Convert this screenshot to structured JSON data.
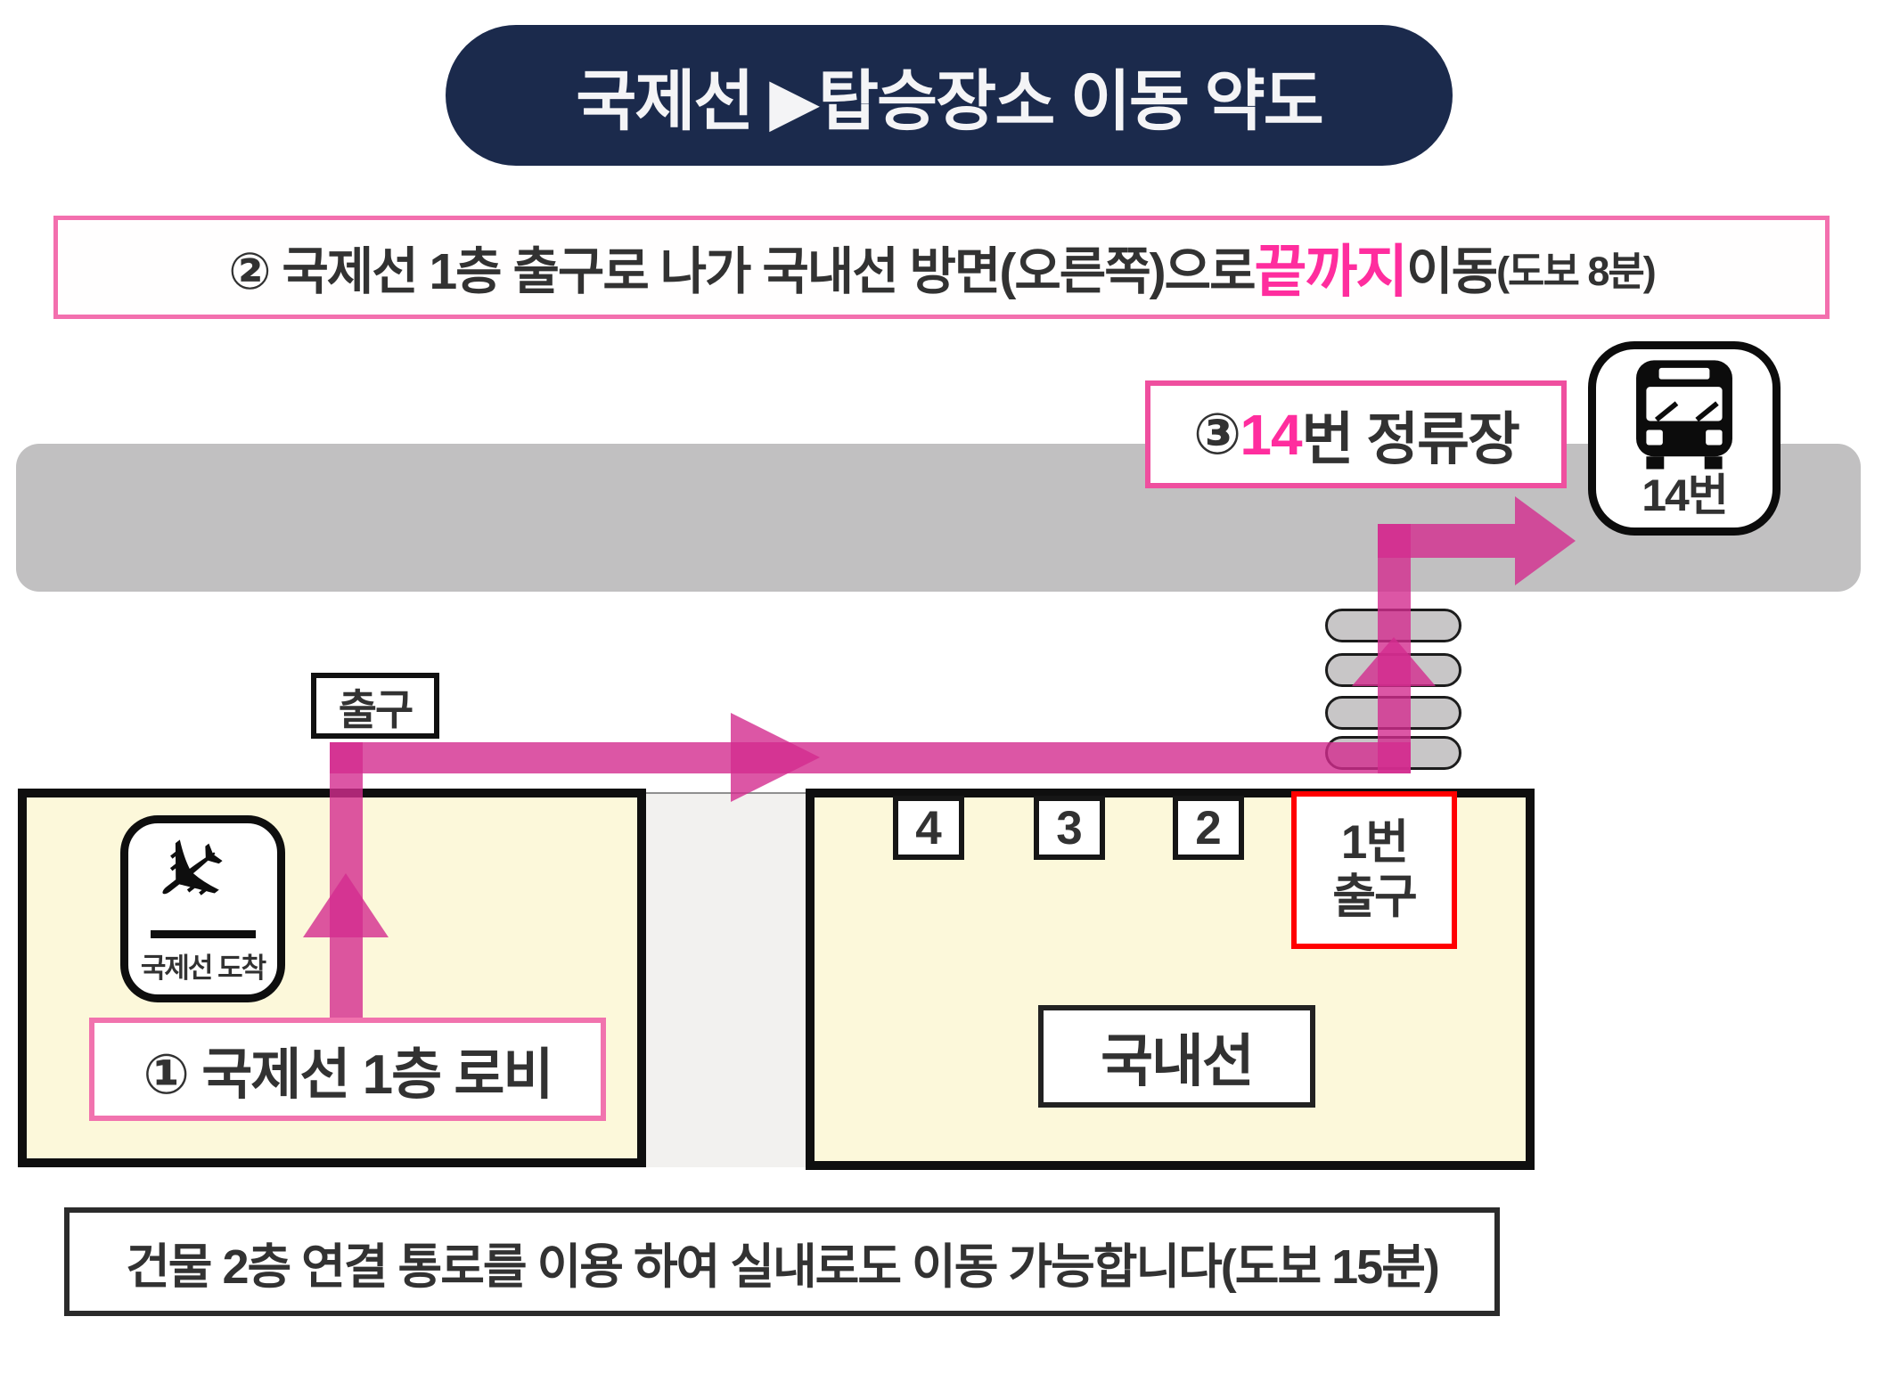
{
  "title": {
    "text": "국제선 ▶탑승장소 이동 약도"
  },
  "step2": {
    "prefix": "② 국제선 1층 출구로 나가 국내선 방면(오른쪽)으로 ",
    "highlight": "끝까지",
    "mid": " 이동",
    "suffix_small": "(도보 8분)"
  },
  "step3": {
    "prefix": "③ ",
    "highlight": "14",
    "suffix": "번 정류장"
  },
  "bus_stop": {
    "icon": "bus-front-icon",
    "label": "14번"
  },
  "map": {
    "exit_label": "출구",
    "left_building": {
      "arrival_icon": "airplane-landing-icon",
      "arrival_icon_label": "국제선 도착",
      "lobby_label": "① 국제선 1층 로비"
    },
    "right_building": {
      "name": "국내선",
      "gates": [
        "4",
        "3",
        "2"
      ],
      "exit1_line1": "1번",
      "exit1_line2": "출구"
    },
    "crosswalk_stripes": 4
  },
  "note": {
    "text": "건물 2층 연결 통로를 이용 하여 실내로도 이동 가능합니다(도보 15분)"
  },
  "colors": {
    "navy_banner": "#1b2a4c",
    "highlight_pink": "#ff2d9e",
    "box_border_pink": "#f1569f",
    "route_magenta": "#d32c8e",
    "road_gray": "#c1c0c1",
    "building_cream": "#fcf8da",
    "exit1_red": "#ff0000",
    "text_dark": "#323232"
  }
}
